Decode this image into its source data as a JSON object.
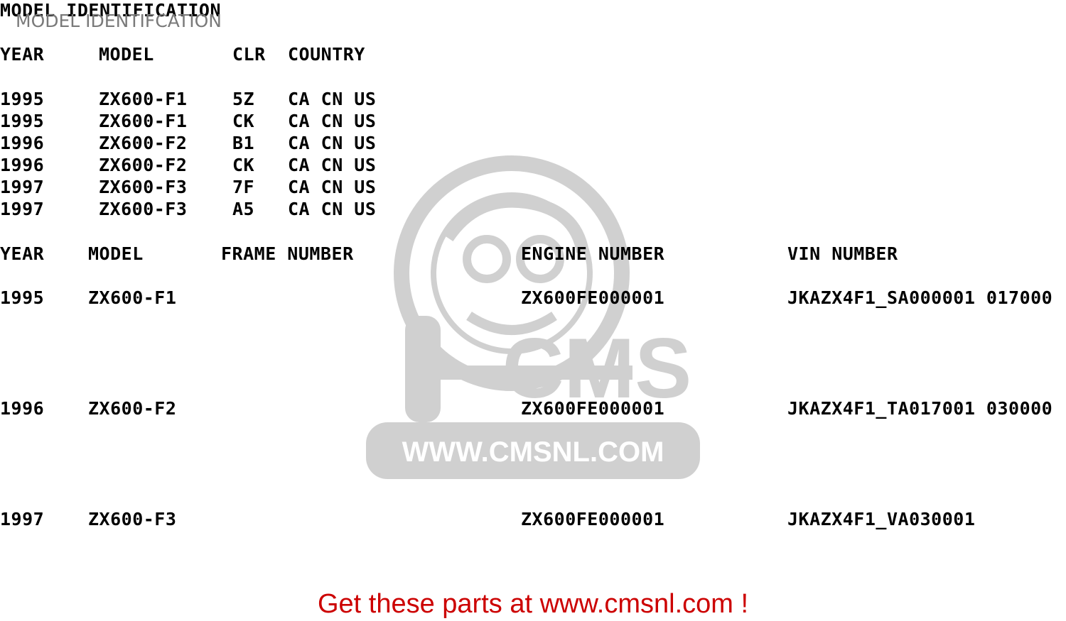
{
  "header": {
    "title": "MODEL IDENTIFICATION",
    "subtitle": "MODEL IDENTIFCATION"
  },
  "table1": {
    "headers": [
      "YEAR",
      "MODEL",
      "CLR",
      "COUNTRY"
    ],
    "rows": [
      [
        "1995",
        "ZX600-F1",
        "5Z",
        "CA CN US"
      ],
      [
        "1995",
        "ZX600-F1",
        "CK",
        "CA CN US"
      ],
      [
        "1996",
        "ZX600-F2",
        "B1",
        "CA CN US"
      ],
      [
        "1996",
        "ZX600-F2",
        "CK",
        "CA CN US"
      ],
      [
        "1997",
        "ZX600-F3",
        "7F",
        "CA CN US"
      ],
      [
        "1997",
        "ZX600-F3",
        "A5",
        "CA CN US"
      ]
    ]
  },
  "table2": {
    "headers": [
      "YEAR",
      "MODEL",
      "FRAME NUMBER",
      "ENGINE NUMBER",
      "VIN NUMBER"
    ],
    "rows": [
      [
        "1995",
        "ZX600-F1",
        "",
        "ZX600FE000001",
        "JKAZX4F1_SA000001 017000"
      ],
      [
        "1996",
        "ZX600-F2",
        "",
        "ZX600FE000001",
        "JKAZX4F1_TA017001 030000"
      ],
      [
        "1997",
        "ZX600-F3",
        "",
        "ZX600FE000001",
        "JKAZX4F1_VA030001"
      ]
    ]
  },
  "watermark": {
    "logo_text": "CMS",
    "url_text": "WWW.CMSNL.COM"
  },
  "footer": {
    "text": "Get these parts at www.cmsnl.com !",
    "color": "#cc0000"
  }
}
